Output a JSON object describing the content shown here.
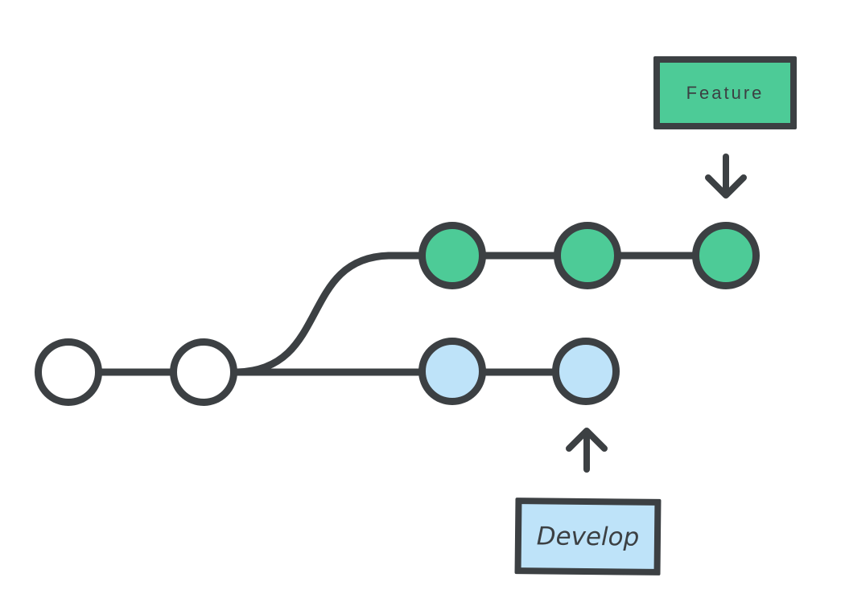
{
  "diagram": {
    "type": "git-branch-graph",
    "labels": {
      "feature": "Feature",
      "develop": "Develop"
    },
    "colors": {
      "background": "#FFFFFF",
      "stroke": "#3C4043",
      "feature_fill": "#4DCB97",
      "develop_fill": "#BEE3F9",
      "base_fill": "#FFFFFF"
    },
    "icons": {
      "feature_pointer": "arrow-down-icon",
      "develop_pointer": "arrow-up-icon"
    },
    "branches": [
      {
        "name": "base",
        "label": "",
        "node_fill": "#FFFFFF",
        "commit_count": 2,
        "row": "bottom"
      },
      {
        "name": "develop",
        "label": "Develop",
        "node_fill": "#BEE3F9",
        "commit_count": 2,
        "row": "bottom",
        "pointer": "arrow-up"
      },
      {
        "name": "feature",
        "label": "Feature",
        "node_fill": "#4DCB97",
        "commit_count": 3,
        "row": "top",
        "pointer": "arrow-down"
      }
    ]
  }
}
